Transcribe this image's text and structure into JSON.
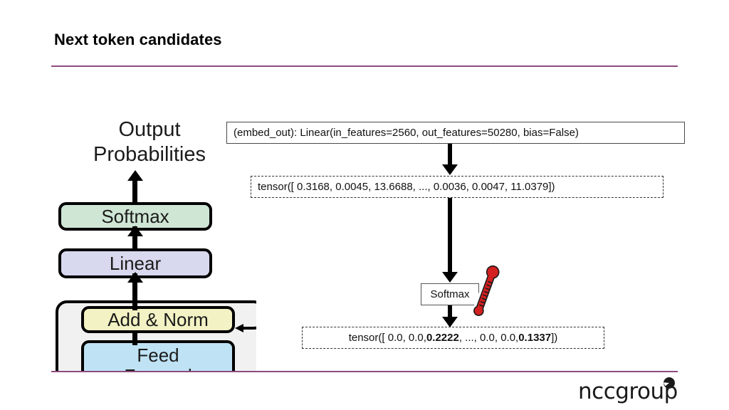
{
  "slide": {
    "title": "Next token candidates",
    "rule_color": "#8e4a7e"
  },
  "transformer_diagram": {
    "caption_line1": "Output",
    "caption_line2": "Probabilities",
    "blocks": [
      {
        "label": "Softmax",
        "color": "#cfe6d4"
      },
      {
        "label": "Linear",
        "color": "#d8d9ee"
      },
      {
        "label": "Add & Norm",
        "color": "#f2f2c4"
      },
      {
        "label": "Feed",
        "color": "#bfe3f5"
      },
      {
        "label": "Forward",
        "color": "#bfe3f5"
      }
    ]
  },
  "flow": {
    "embed_out": "(embed_out): Linear(in_features=2560, out_features=50280, bias=False)",
    "tensor_logits": "tensor([ 0.3168,  0.0045, 13.6688,  ..., 0.0036, 0.0047,  11.0379])",
    "softmax_label": "Softmax",
    "thermometer_icon": "thermometer-icon",
    "tensor_probs": {
      "prefix": "tensor([ 0.0,  0.0, ",
      "highlight1": "0.2222",
      "middle": ",  ..., 0.0, 0.0,  ",
      "highlight2": "0.1337",
      "suffix": "])"
    }
  },
  "logo": {
    "text": "nccgroup",
    "mark": "ncc-mark-icon"
  }
}
